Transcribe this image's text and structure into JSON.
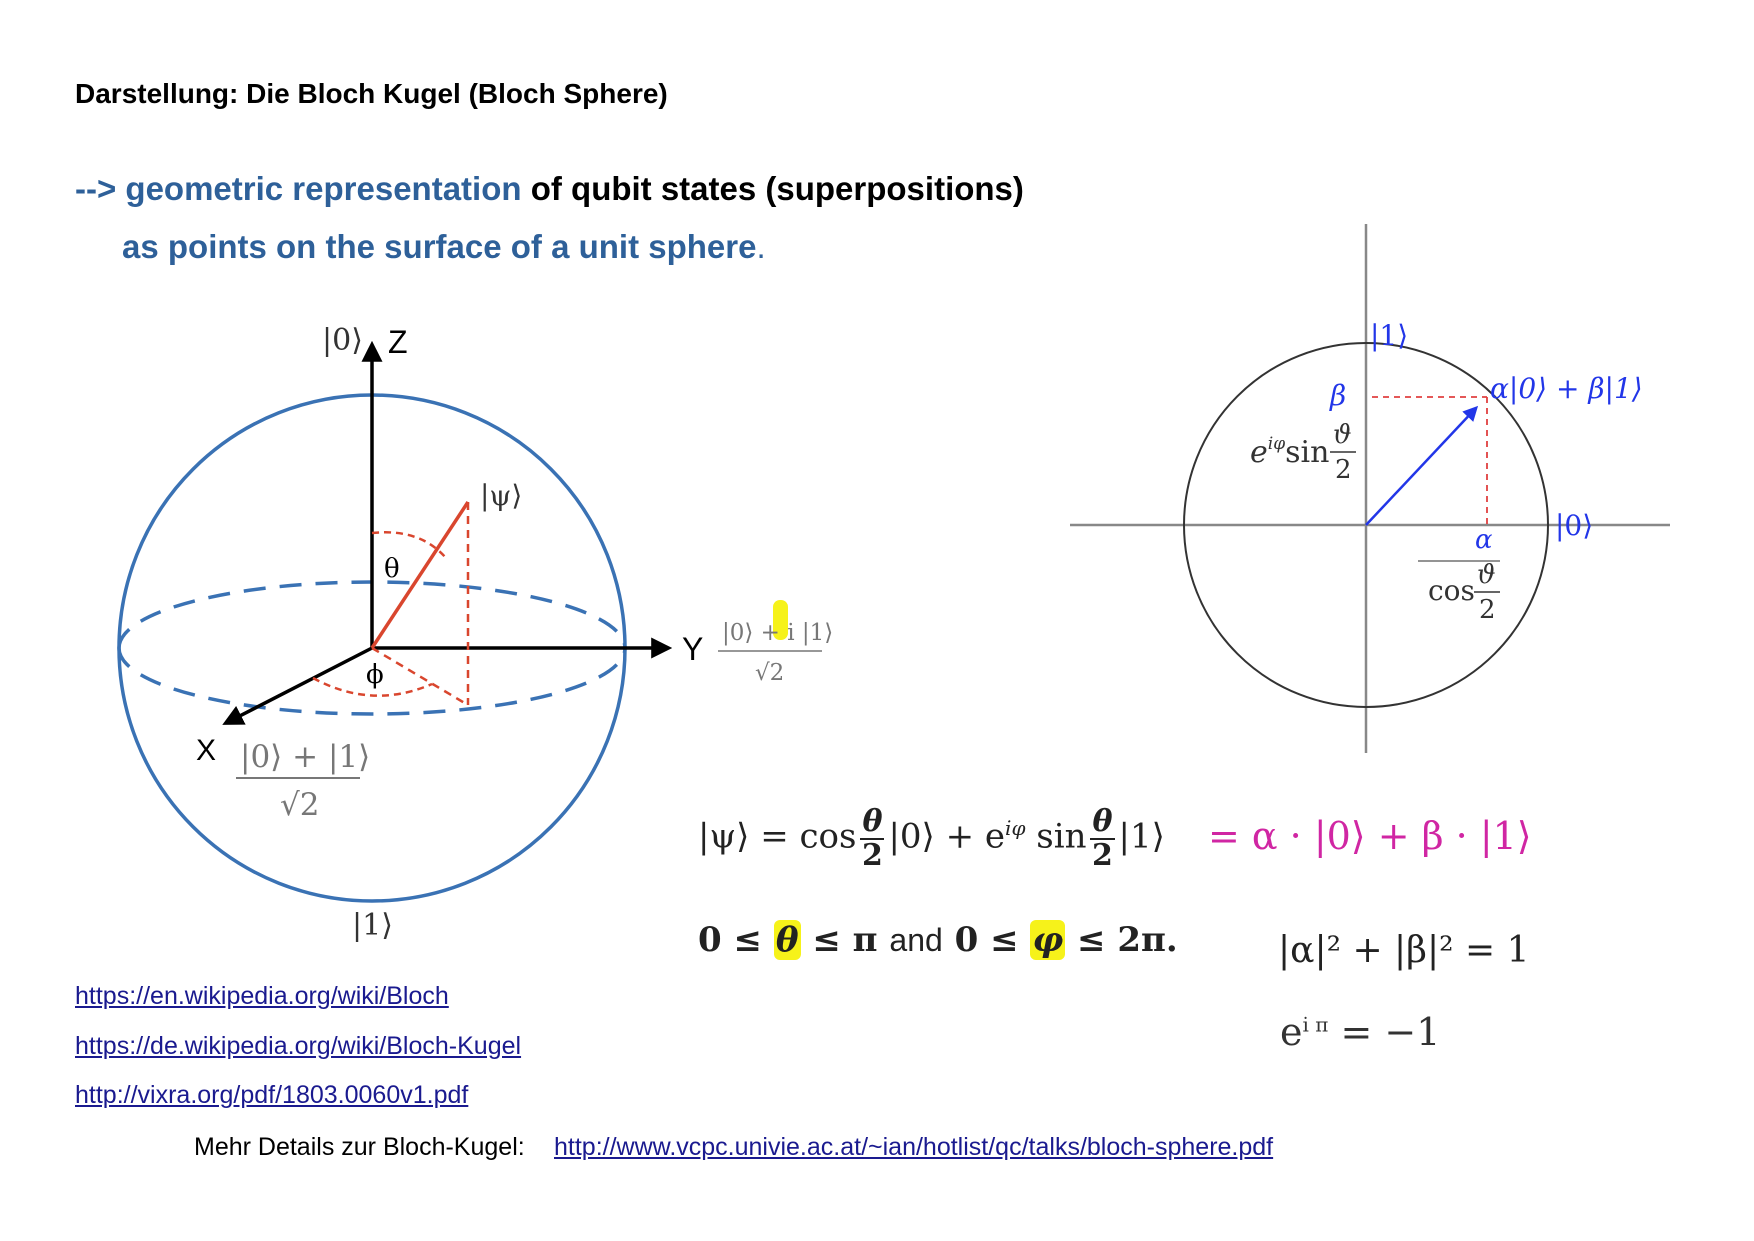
{
  "page": {
    "title": "Darstellung: Die Bloch Kugel (Bloch Sphere)"
  },
  "intro": {
    "arrow": "-->",
    "highlight": "geometric representation",
    "rest": " of qubit states (superpositions)",
    "line2": "as points on the surface of a unit sphere",
    "dot": "."
  },
  "sphere": {
    "label_ket0": "|0⟩",
    "label_z": "Z",
    "label_psi": "|ψ⟩",
    "label_theta": "θ",
    "label_phi": "ϕ",
    "label_y": "Y",
    "label_x": "X",
    "label_ket1": "|1⟩",
    "y_state_num": "|0⟩ + i |1⟩",
    "y_state_den": "√2",
    "x_state_num": "|0⟩ + |1⟩",
    "x_state_den": "√2"
  },
  "circle": {
    "ket1": "|1⟩",
    "ket0": "|0⟩",
    "state": "α|0⟩ + β|1⟩",
    "beta": "β",
    "alpha": "α",
    "sin_prefix": "e",
    "sin_exp": "iφ",
    "sin_fn": "sin",
    "cos_fn": "cos",
    "frac_num": "ϑ",
    "frac_den": "2"
  },
  "formulas": {
    "psi_lhs": "|ψ⟩ = cos",
    "theta": "θ",
    "two": "2",
    "ket0_plus": "|0⟩ + e",
    "exp": "iφ",
    "sin": " sin",
    "ket1": "|1⟩",
    "alpha_beta": "= α · |0⟩ + β · |1⟩",
    "range_a": "0 ≤ ",
    "range_theta": "θ",
    "range_b": " ≤ π ",
    "range_and": "and",
    "range_c": " 0 ≤ ",
    "range_phi": "φ",
    "range_d": " ≤ 2π.",
    "norm": "|α|² + |β|² = 1",
    "euler_base": "e",
    "euler_exp": "i π",
    "euler_rhs": " = −1"
  },
  "links": [
    "https://en.wikipedia.org/wiki/Bloch",
    "https://de.wikipedia.org/wiki/Bloch-Kugel",
    "http://vixra.org/pdf/1803.0060v1.pdf"
  ],
  "details": {
    "label": "Mehr Details zur Bloch-Kugel:",
    "url": "http://www.vcpc.univie.ac.at/~ian/hotlist/qc/talks/bloch-sphere.pdf"
  },
  "colors": {
    "sphere_blue": "#3a72b4",
    "red": "#d9462e",
    "magenta": "#d026a3",
    "vector_blue": "#2236e8",
    "highlight": "#f6f21a"
  }
}
